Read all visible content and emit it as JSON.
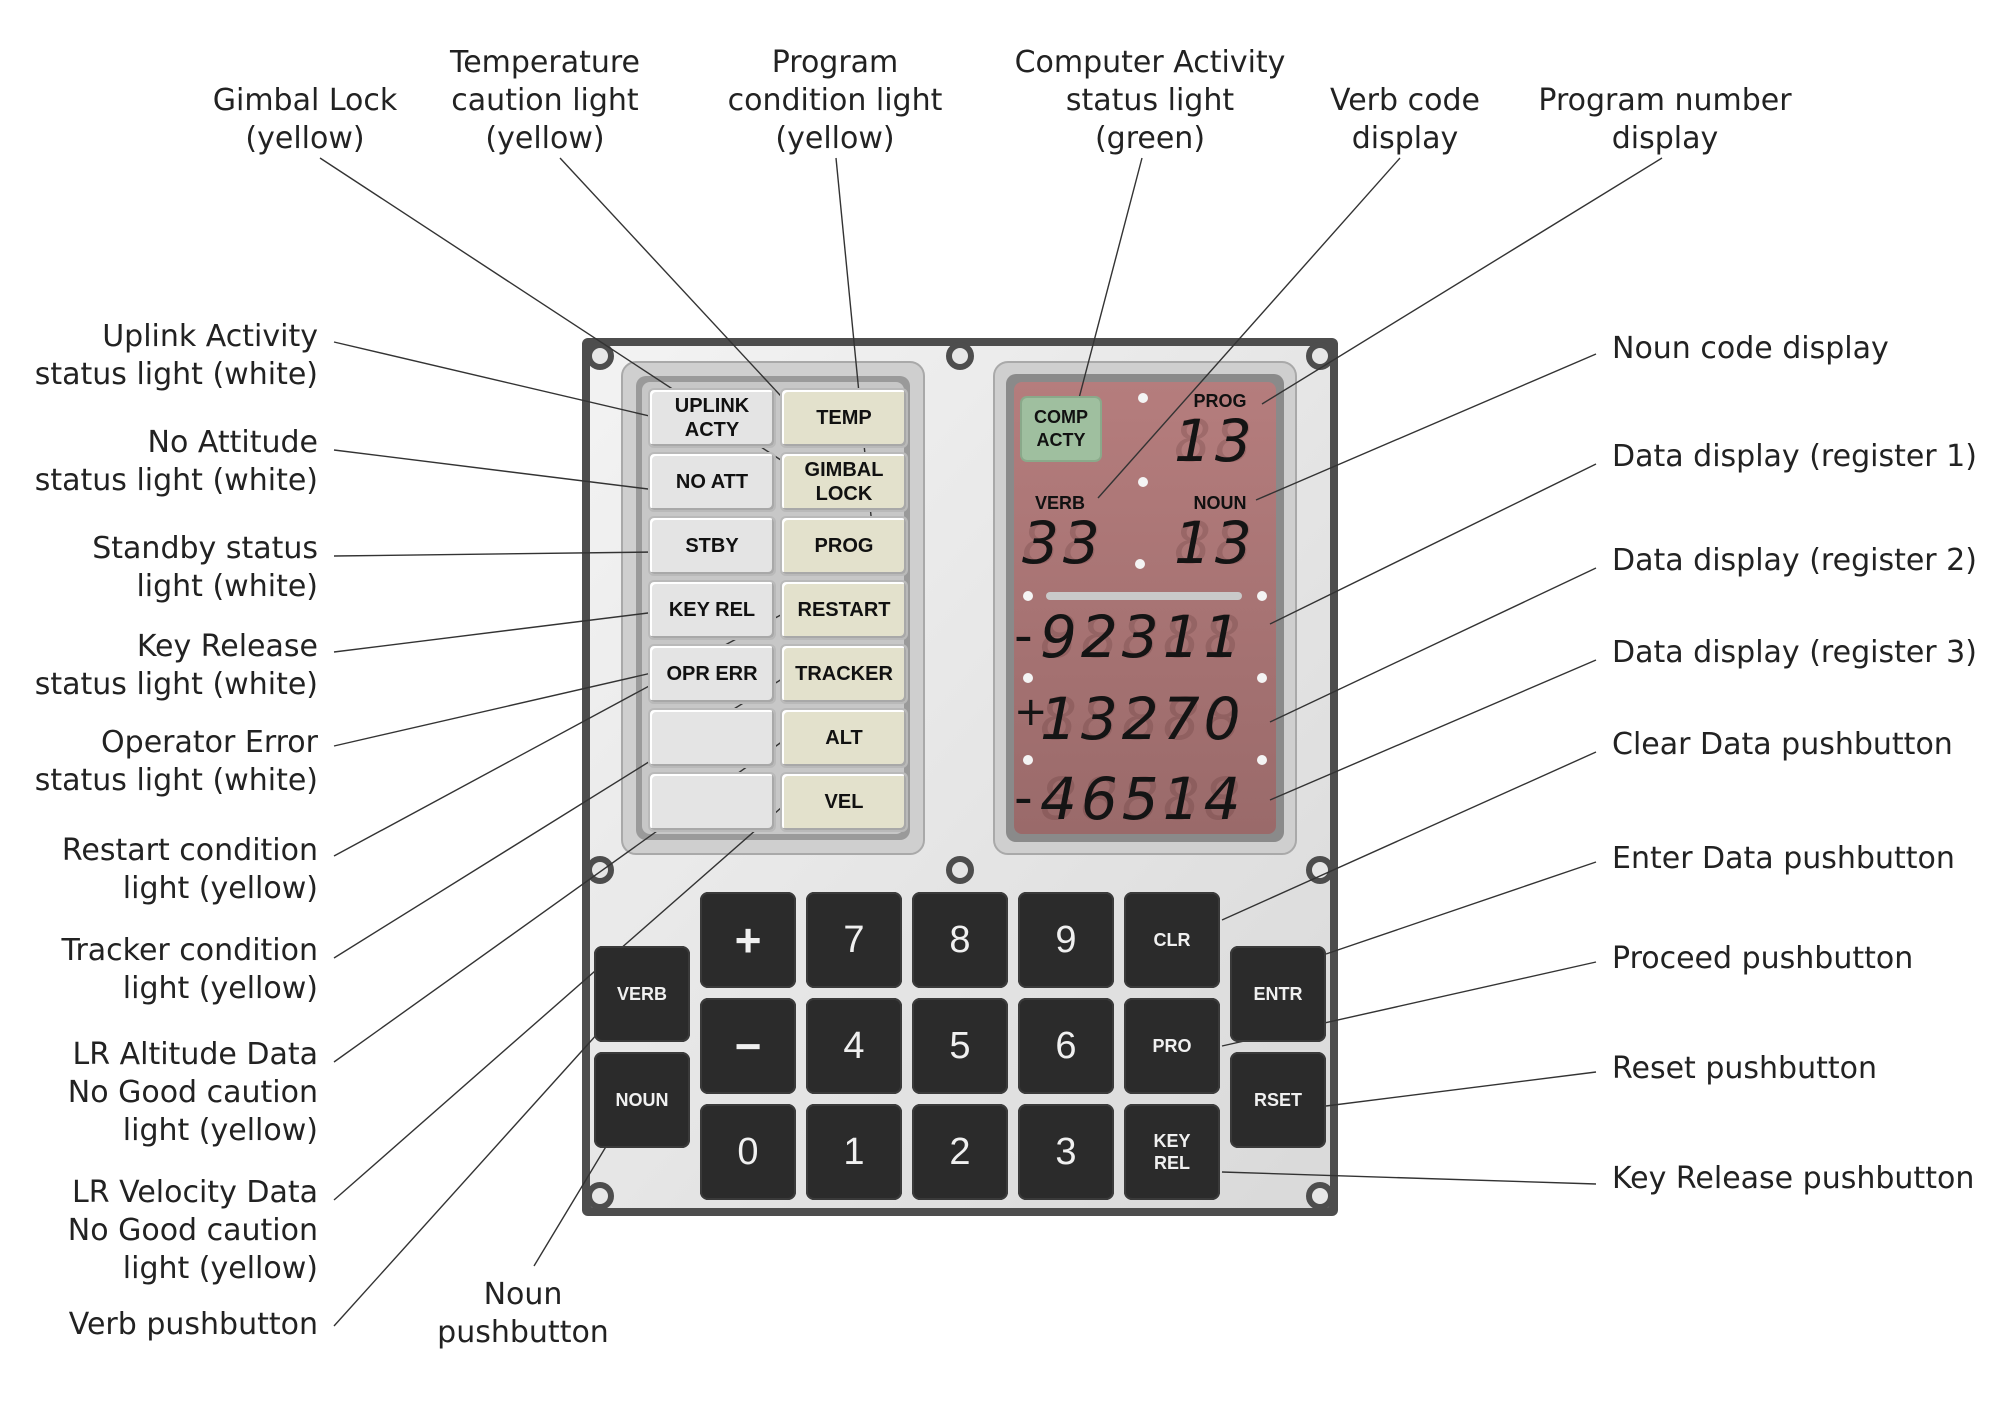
{
  "colors": {
    "panel_bezel": "#4a4a4a",
    "panel_face": "#e6e6e6",
    "status_white": "#e4e4e4",
    "status_yellow": "#e3e1cc",
    "comp_acty_green": "#9fbf9f",
    "display_window": "#a37272",
    "key_fill": "#2b2b2b"
  },
  "status_lights": {
    "left": [
      "UPLINK\nACTY",
      "NO ATT",
      "STBY",
      "KEY REL",
      "OPR ERR",
      "",
      ""
    ],
    "right": [
      "TEMP",
      "GIMBAL\nLOCK",
      "PROG",
      "RESTART",
      "TRACKER",
      "ALT",
      "VEL"
    ]
  },
  "display": {
    "comp_acty": "COMP\nACTY",
    "prog_label": "PROG",
    "prog_value": "13",
    "verb_label": "VERB",
    "verb_value": "33",
    "noun_label": "NOUN",
    "noun_value": "13",
    "r1_sign": "-",
    "r1_value": "92311",
    "r2_sign": "+",
    "r2_value": "13270",
    "r3_sign": "-",
    "r3_value": "46514",
    "ghost_two": "88",
    "ghost_five": "88888"
  },
  "keypad": {
    "verb": "VERB",
    "noun": "NOUN",
    "plus": "+",
    "minus": "−",
    "k7": "7",
    "k8": "8",
    "k9": "9",
    "k4": "4",
    "k5": "5",
    "k6": "6",
    "k0": "0",
    "k1": "1",
    "k2": "2",
    "k3": "3",
    "clr": "CLR",
    "pro": "PRO",
    "key_rel": "KEY\nREL",
    "entr": "ENTR",
    "rset": "RSET"
  },
  "labels": {
    "gimbal_lock": "Gimbal Lock\n(yellow)",
    "temperature": "Temperature\ncaution light\n(yellow)",
    "program_condition": "Program\ncondition light\n(yellow)",
    "computer_activity": "Computer Activity\nstatus light\n(green)",
    "verb_code": "Verb code\ndisplay",
    "program_number": "Program number\ndisplay",
    "uplink_activity": "Uplink Activity\nstatus light (white)",
    "no_attitude": "No Attitude\nstatus light (white)",
    "standby": "Standby status\nlight (white)",
    "key_release_light": "Key Release\nstatus light (white)",
    "operator_error": "Operator Error\nstatus light (white)",
    "restart": "Restart condition\nlight (yellow)",
    "tracker": "Tracker condition\nlight (yellow)",
    "lr_altitude": "LR Altitude Data\nNo Good caution\nlight (yellow)",
    "lr_velocity": "LR Velocity Data\nNo Good caution\nlight (yellow)",
    "verb_pushbutton": "Verb pushbutton",
    "noun_pushbutton": "Noun\npushbutton",
    "noun_code": "Noun code display",
    "data_r1": "Data display (register 1)",
    "data_r2": "Data display (register 2)",
    "data_r3": "Data display (register 3)",
    "clear_data": "Clear Data pushbutton",
    "enter_data": "Enter Data pushbutton",
    "proceed": "Proceed pushbutton",
    "reset": "Reset pushbutton",
    "key_release_button": "Key Release pushbutton"
  }
}
